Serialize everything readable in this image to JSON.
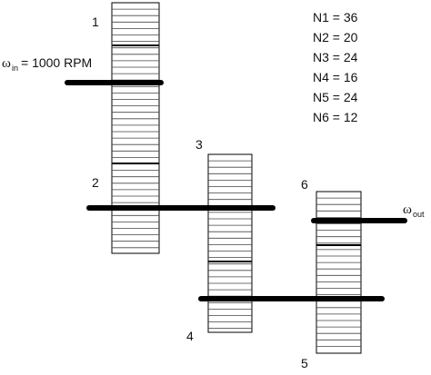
{
  "gear_labels": {
    "g1": "1",
    "g2": "2",
    "g3": "3",
    "g4": "4",
    "g5": "5",
    "g6": "6"
  },
  "input": {
    "symbol": "ω",
    "subscript": "in",
    "value_text": " = 1000 RPM"
  },
  "output": {
    "symbol": "ω",
    "subscript": "out"
  },
  "parameters": [
    "N1 = 36",
    "N2 = 20",
    "N3 = 24",
    "N4 = 16",
    "N5 = 24",
    "N6 = 12"
  ],
  "colors": {
    "shaft": "#000000",
    "gear_outline": "#000000",
    "gear_fill": "#ffffff",
    "tooth_line": "#333333"
  }
}
